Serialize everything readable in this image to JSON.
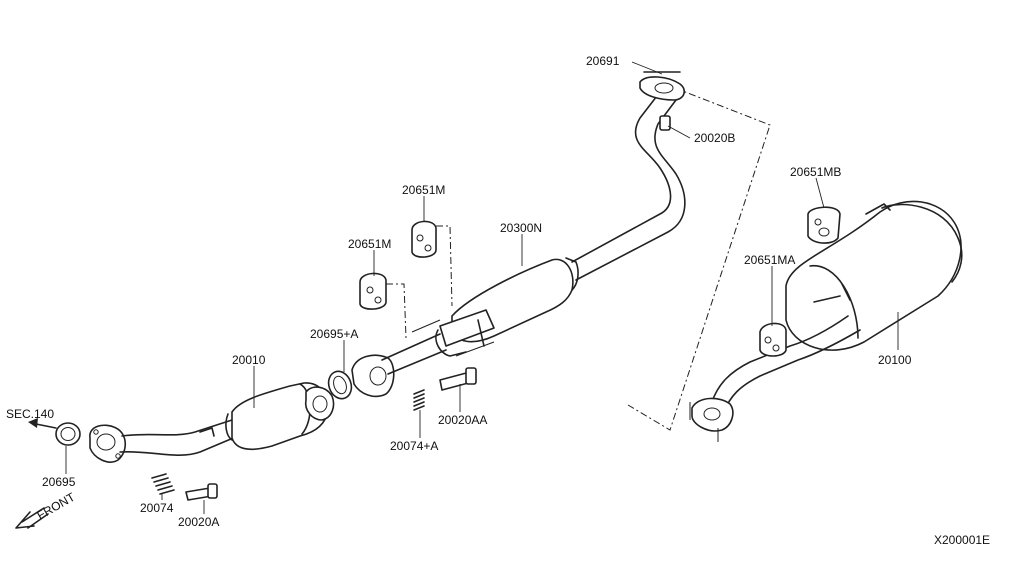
{
  "diagram": {
    "code": "X200001E",
    "front_label": "FRONT",
    "sec_ref": "SEC.140",
    "parts": {
      "p20691": "20691",
      "p20020B": "20020B",
      "p20651MB": "20651MB",
      "p20651M_a": "20651M",
      "p20651M_b": "20651M",
      "p20300N": "20300N",
      "p20651MA": "20651MA",
      "p20695A": "20695+A",
      "p20010": "20010",
      "p20100": "20100",
      "p20020AA": "20020AA",
      "p20074A": "20074+A",
      "p20695": "20695",
      "p20074": "20074",
      "p20020A": "20020A"
    }
  }
}
